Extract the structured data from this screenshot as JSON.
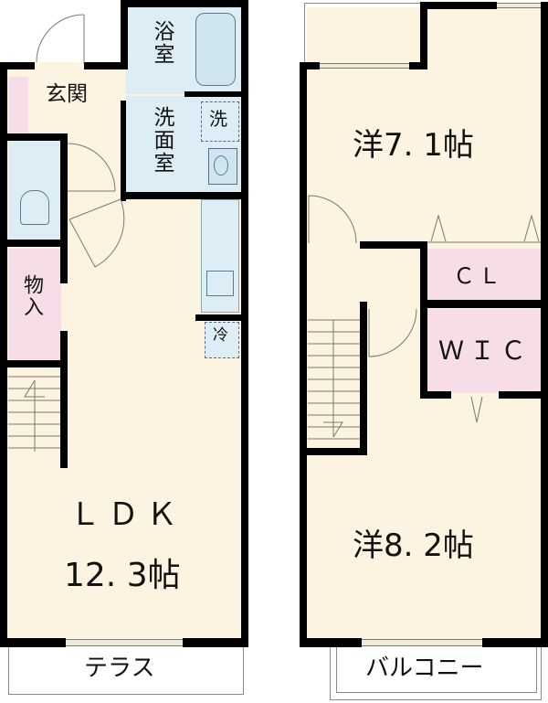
{
  "floor_plan": {
    "floor1": {
      "rooms": {
        "bath": "浴室",
        "entrance": "玄関",
        "washroom": "洗面室",
        "washer": "洗",
        "storage": "物入",
        "fridge": "冷",
        "ldk_name": "ＬＤＫ",
        "ldk_size": "12. 3帖"
      },
      "exterior": "テラス"
    },
    "floor2": {
      "rooms": {
        "bedroom_upper": "洋7. 1帖",
        "closet": "ＣＬ",
        "wic": "ＷＩＣ",
        "bedroom_lower": "洋8. 2帖"
      },
      "exterior": "バルコニー"
    },
    "colors": {
      "wall": "#000000",
      "living_floor": "#fdf3e1",
      "wet_area": "#dcedf5",
      "storage": "#f7dde8"
    }
  }
}
